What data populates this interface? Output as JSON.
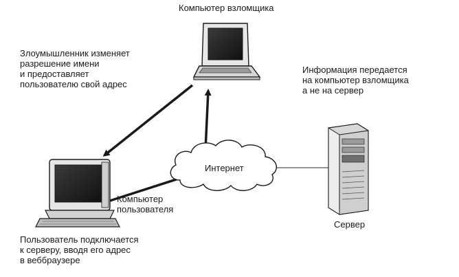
{
  "labels": {
    "attacker_computer": "Компьютер взломщика",
    "attacker_note": "Злоумышленник изменяет\nразрешение имени\nи предоставляет\nпользователю свой адрес",
    "info_note": "Информация передается\nна компьютер взломщика\nа не на сервер",
    "internet": "Интернет",
    "user_computer": "Компьютер\nпользователя",
    "server": "Сервер",
    "user_note": "Пользователь подключается\nк серверу, вводя его адрес\nв веббраузере"
  },
  "icons": {
    "attacker": "laptop-icon",
    "user": "desktop-computer-icon",
    "server": "server-tower-icon",
    "network": "cloud-icon"
  },
  "colors": {
    "line": "#1a1a1a",
    "fill": "#ffffff",
    "shade": "#9a9a9a",
    "dark": "#2a2a2a"
  }
}
